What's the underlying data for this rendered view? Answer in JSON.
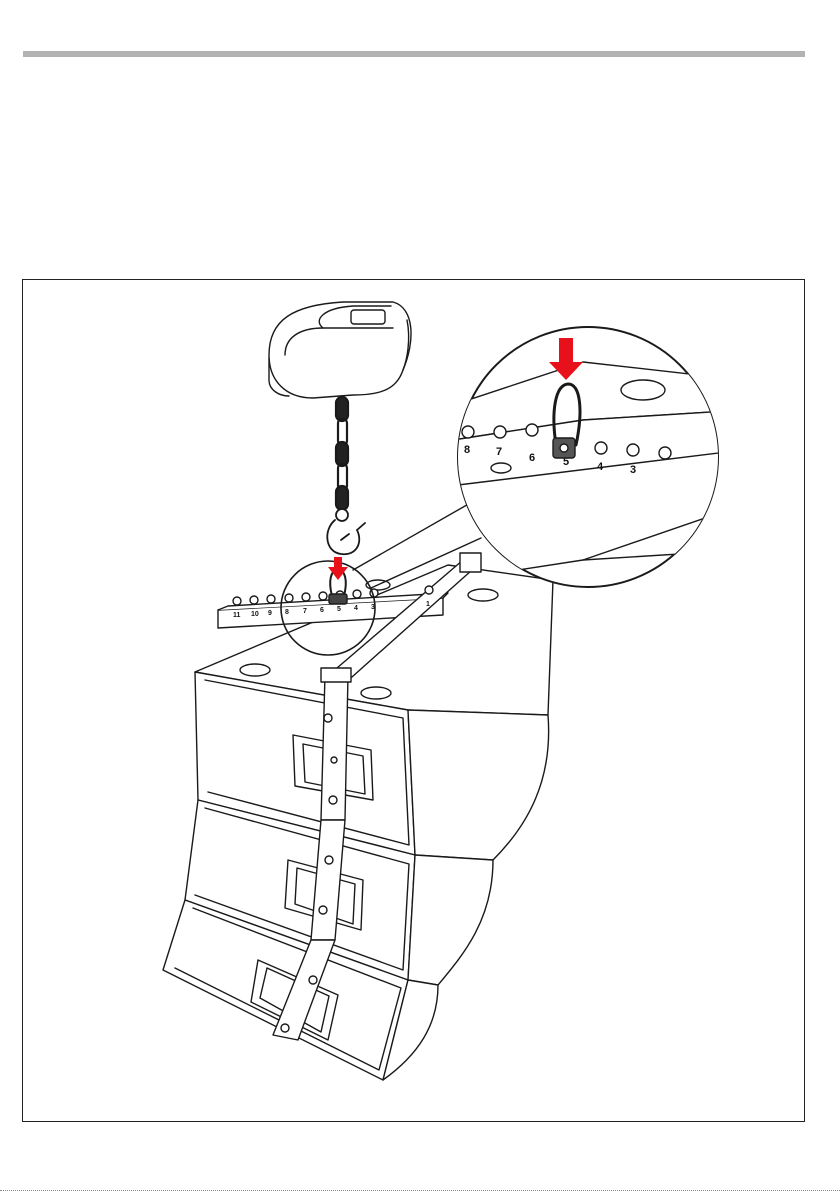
{
  "colors": {
    "rule": "#b3b3b3",
    "line": "#1a1a1a",
    "arrow": "#e8101a"
  },
  "bumper": {
    "hole_numbers": [
      "11",
      "10",
      "9",
      "8",
      "7",
      "6",
      "5",
      "4",
      "3",
      "1"
    ]
  },
  "detail": {
    "hole_numbers": [
      "8",
      "7",
      "6",
      "5",
      "4",
      "3"
    ]
  },
  "icons": [
    "chain-hoist-icon",
    "shackle-icon",
    "arrow-down-icon"
  ]
}
